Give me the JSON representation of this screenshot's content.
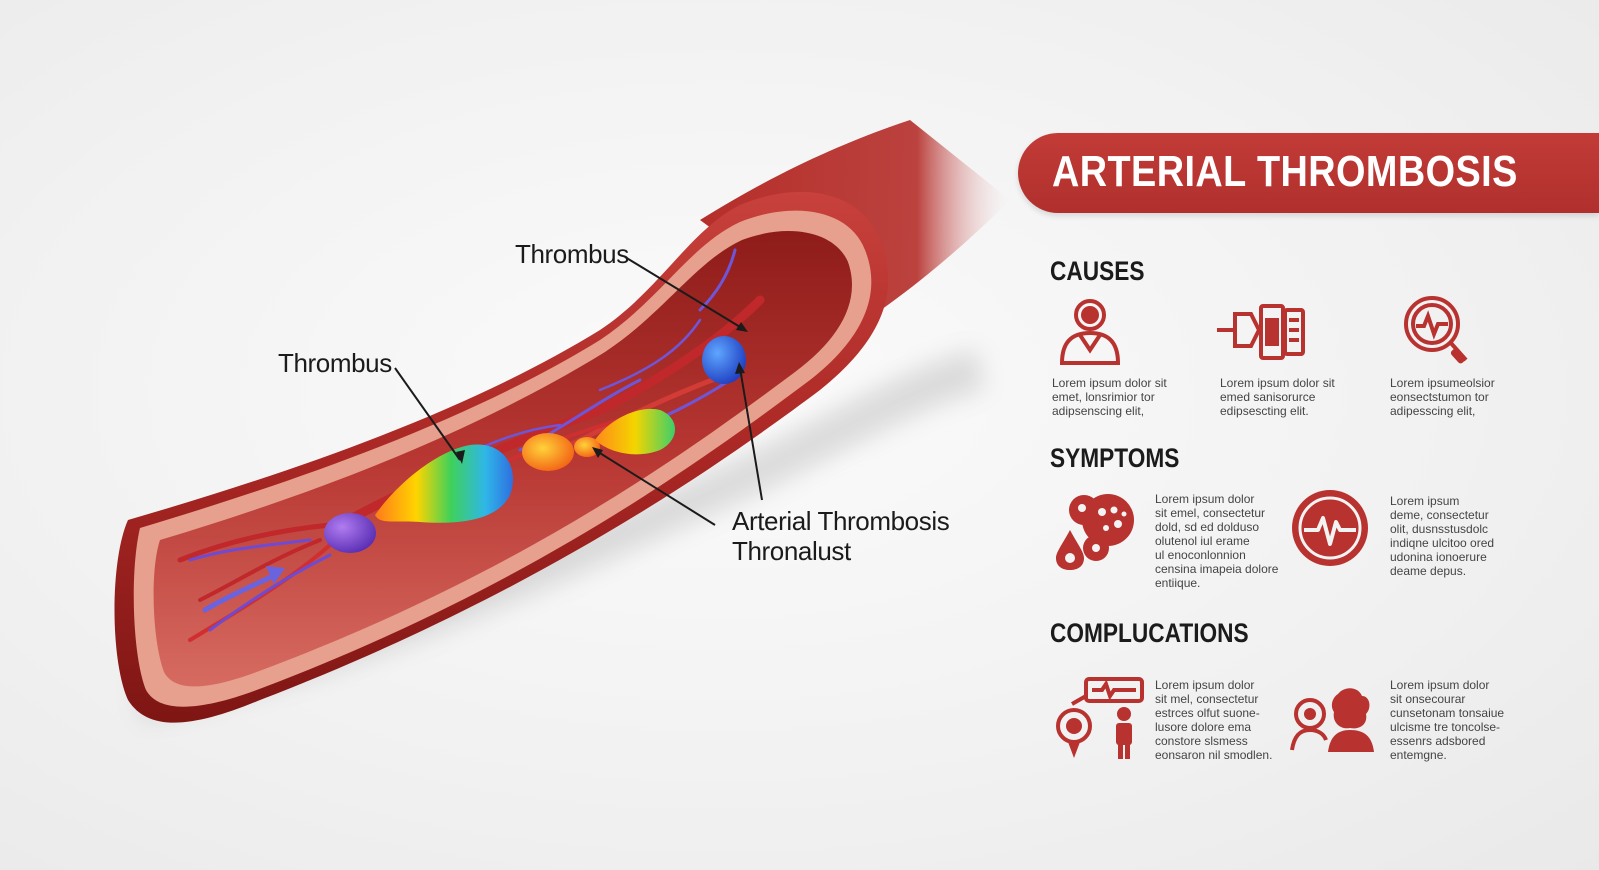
{
  "callouts": {
    "label_upper_thrombus": "Thrombus",
    "label_left_thrombus": "Thrombus",
    "label_bottom_line1": "Arterial Thrombosis",
    "label_bottom_line2": "Thronalust"
  },
  "panel": {
    "title": "ARTERIAL THROMBOSIS",
    "causes": {
      "heading": "CAUSES",
      "items": [
        {
          "icon": "person-icon",
          "text": "Lorem ipsum dolor sit\nemet, lonsrimior tor\nadipsenscing elit,"
        },
        {
          "icon": "device-icon",
          "text": "Lorem ipsum dolor sit\nemed sanisorurce\nedipsescting elit."
        },
        {
          "icon": "magnifier-heartbeat-icon",
          "text": "Lorem ipsumeolsior\neonsectstumon tor\nadipesscing elit,"
        }
      ]
    },
    "symptoms": {
      "heading": "SYMPTOMS",
      "items": [
        {
          "icon": "blood-cells-icon",
          "text": "Lorem ipsum dolor\nsit emel, consectetur\ndold, sd ed dolduso\nolutenol iul erame\nul enoconlonnion\ncensina imapeia dolore\nentiique."
        },
        {
          "icon": "heartbeat-circle-icon",
          "text": "Lorem ipsum\ndeme, consectetur\nolit, dusnsstusdolc\nindiqne ulcitoo ored\nudonina ionoerure\ndeame depus."
        }
      ]
    },
    "complications": {
      "heading": "COMPLUCATIONS",
      "items": [
        {
          "icon": "monitor-patient-icon",
          "text": "Lorem ipsum dolor\nsit mel, consectetur\nestrces olfut suone-\nlusore dolore ema\nconstore slsmess\neonsaron nil smodlen."
        },
        {
          "icon": "people-profile-icon",
          "text": "Lorem ipsum dolor\nsit onsecourar\ncunsetonam tonsaiue\nulcisme tre toncolse-\nessenrs adsbored\nentemgne."
        }
      ]
    },
    "colors": {
      "accent": "#b8322f",
      "text": "#1b1b1b"
    }
  }
}
